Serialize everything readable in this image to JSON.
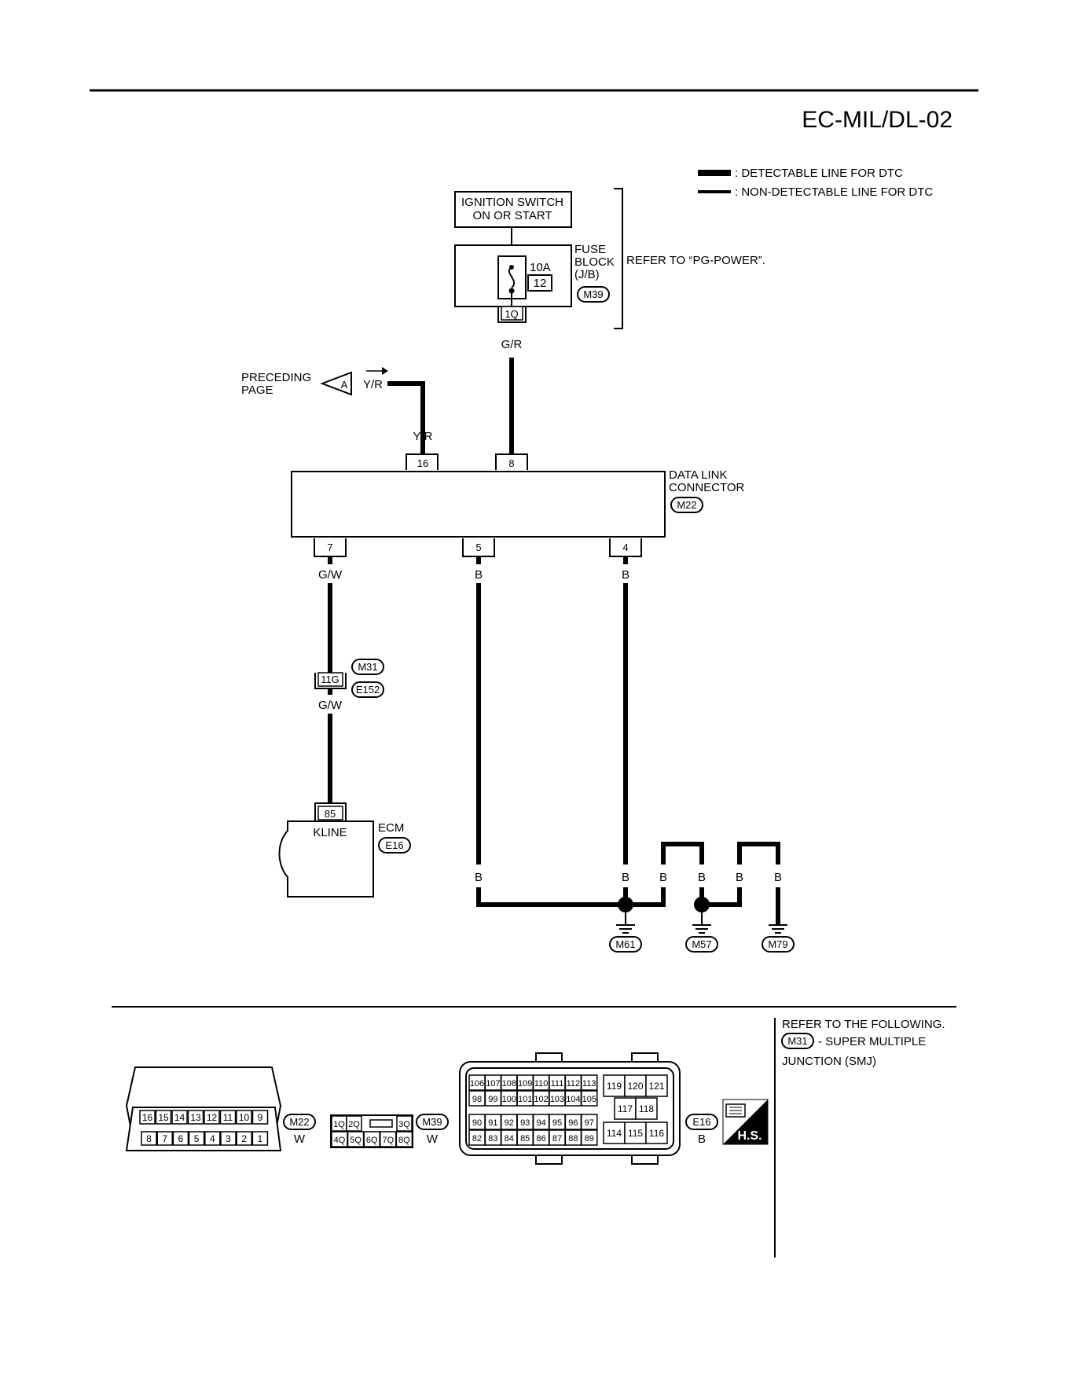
{
  "page": {
    "title": "EC-MIL/DL-02"
  },
  "legend": {
    "detectable": ": DETECTABLE LINE FOR DTC",
    "non_detectable": ": NON-DETECTABLE LINE FOR DTC"
  },
  "ignition": {
    "line1": "IGNITION SWITCH",
    "line2": "ON OR START"
  },
  "fuse_block": {
    "label1": "FUSE",
    "label2": "BLOCK",
    "label3": "(J/B)",
    "amps": "10A",
    "fuse_no": "12",
    "connector": "M39",
    "pin": "1Q",
    "refer": "REFER TO “PG-POWER”."
  },
  "preceding": {
    "line1": "PRECEDING",
    "line2": "PAGE",
    "marker": "A",
    "wire": "Y/R"
  },
  "dlc": {
    "label1": "DATA LINK",
    "label2": "CONNECTOR",
    "connector": "M22",
    "pins_top": [
      "16",
      "8"
    ],
    "pins_bottom": [
      "7",
      "5",
      "4"
    ]
  },
  "wires": {
    "yr": "Y/R",
    "gr": "G/R",
    "gw": "G/W",
    "b": "B"
  },
  "smj": {
    "connector_top": "M31",
    "connector_bottom": "E152",
    "pin": "11G"
  },
  "ecm": {
    "label": "ECM",
    "connector": "E16",
    "pin": "85",
    "pin_name": "KLINE"
  },
  "grounds": [
    "M61",
    "M57",
    "M79"
  ],
  "connectors_panel": {
    "m22": {
      "id": "M22",
      "color": "W",
      "top_row": [
        "16",
        "15",
        "14",
        "13",
        "12",
        "11",
        "10",
        "9"
      ],
      "bottom_row": [
        "8",
        "7",
        "6",
        "5",
        "4",
        "3",
        "2",
        "1"
      ]
    },
    "m39": {
      "id": "M39",
      "color": "W",
      "top_row": [
        "1Q",
        "2Q",
        "",
        "3Q"
      ],
      "bottom_row": [
        "4Q",
        "5Q",
        "6Q",
        "7Q",
        "8Q"
      ]
    },
    "e16": {
      "id": "E16",
      "color": "B",
      "row1": [
        "106",
        "107",
        "108",
        "109",
        "110",
        "111",
        "112",
        "113"
      ],
      "row2": [
        "98",
        "99",
        "100",
        "101",
        "102",
        "103",
        "104",
        "105"
      ],
      "row3": [
        "90",
        "91",
        "92",
        "93",
        "94",
        "95",
        "96",
        "97"
      ],
      "row4": [
        "82",
        "83",
        "84",
        "85",
        "86",
        "87",
        "88",
        "89"
      ],
      "right_top": [
        "119",
        "120",
        "121"
      ],
      "right_mid": [
        "117",
        "118"
      ],
      "right_bot": [
        "114",
        "115",
        "116"
      ]
    },
    "hs_badge": "H.S.",
    "refer": {
      "line1": "REFER TO THE FOLLOWING.",
      "connector": "M31",
      "line2": "- SUPER MULTIPLE",
      "line3": "JUNCTION (SMJ)"
    }
  }
}
